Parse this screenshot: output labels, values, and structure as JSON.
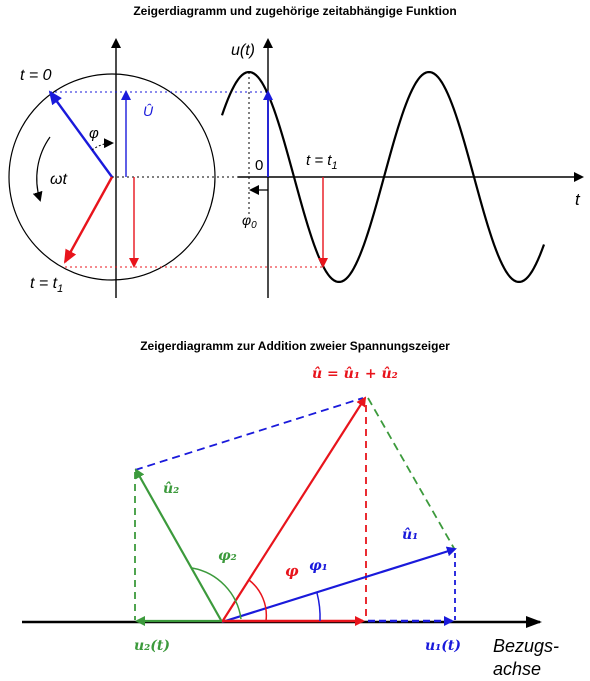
{
  "top": {
    "title": "Zeigerdiagramm und zugehörige zeitabhängige Funktion",
    "label_t0": "t = 0",
    "label_t1": "t = t",
    "label_t1_sub": "1",
    "label_phi": "φ",
    "label_omega_t": "ωt",
    "label_U_hat": "Û",
    "label_u_t": "u(t)",
    "label_zero": "0",
    "label_t_axis": "t",
    "label_t_eq_t1": "t = t",
    "label_t_eq_t1_sub": "1",
    "label_phi0": "φ",
    "label_phi0_sub": "0"
  },
  "bottom": {
    "title": "Zeigerdiagramm zur Addition zweier Spannungszeiger",
    "equation": "û = û₁ + û₂",
    "label_u2_hat": "û₂",
    "label_u1_hat": "û₁",
    "label_phi2": "φ₂",
    "label_phi": "φ",
    "label_phi1": "φ₁",
    "label_u2_t": "u₂(t)",
    "label_u1_t": "u₁(t)",
    "label_axis_line1": "Bezugs-",
    "label_axis_line2": "achse"
  },
  "colors": {
    "blue": "#1a1adb",
    "red": "#e8141c",
    "green": "#3c9a3c",
    "black": "#000000"
  }
}
